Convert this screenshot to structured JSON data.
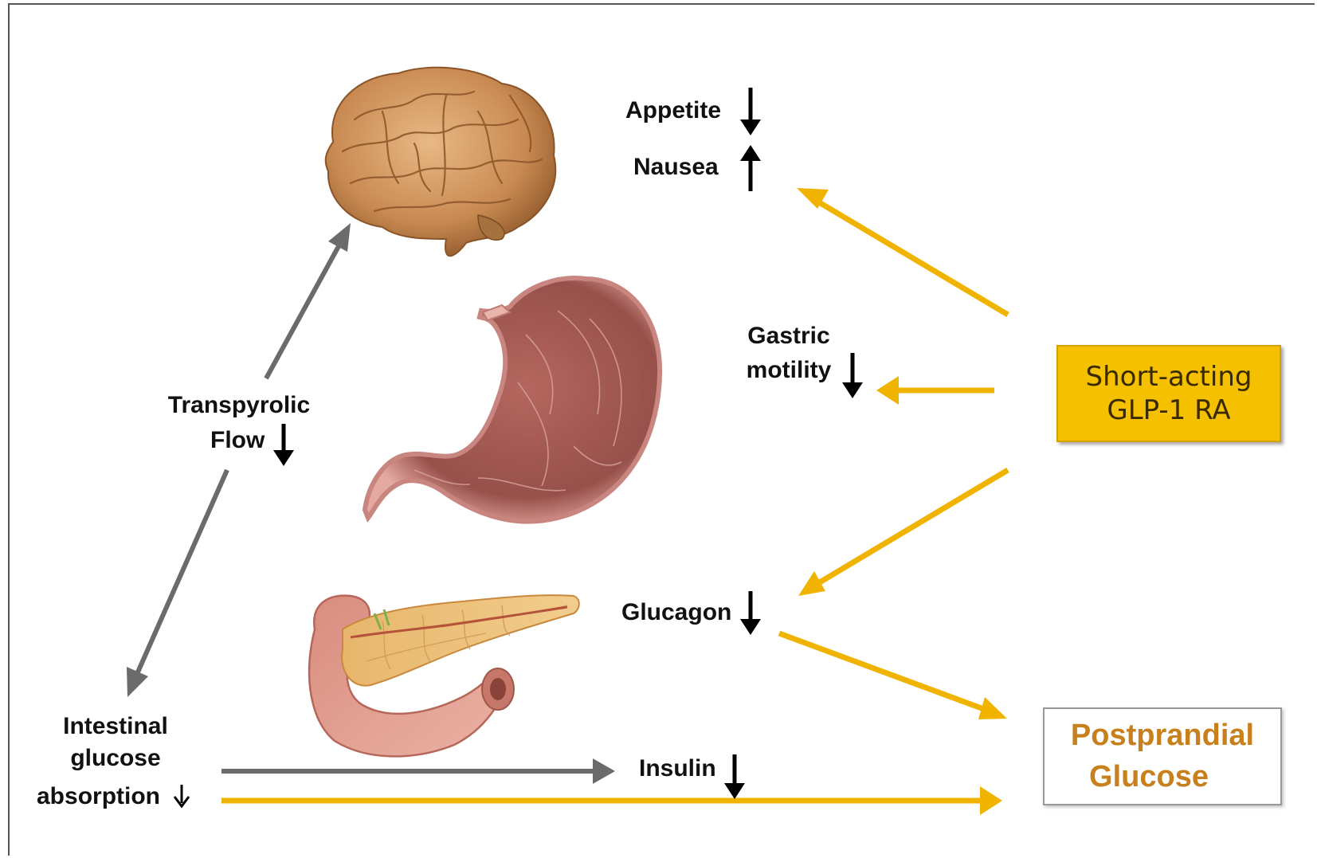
{
  "labels": {
    "appetite": "Appetite",
    "nausea": "Nausea",
    "gastric_motility_line1": "Gastric",
    "gastric_motility_line2": "motility",
    "transpyrolic_line1": "Transpyrolic",
    "transpyrolic_line2": "Flow",
    "glucagon": "Glucagon",
    "insulin": "Insulin",
    "intestinal_line1": "Intestinal",
    "intestinal_line2": "glucose",
    "intestinal_line3": "absorption"
  },
  "glp1_box": {
    "line1": "Short-acting",
    "line2": "GLP-1 RA"
  },
  "outcome_box": {
    "line1": "Postprandial",
    "line2": "Glucose"
  },
  "organs": [
    "brain",
    "stomach",
    "pancreas"
  ],
  "colors": {
    "yellow_arrow": "#f0b400",
    "gray_arrow": "#6b6b6b",
    "glp1_fill": "#f5c000",
    "outcome_text": "#c8801c"
  }
}
